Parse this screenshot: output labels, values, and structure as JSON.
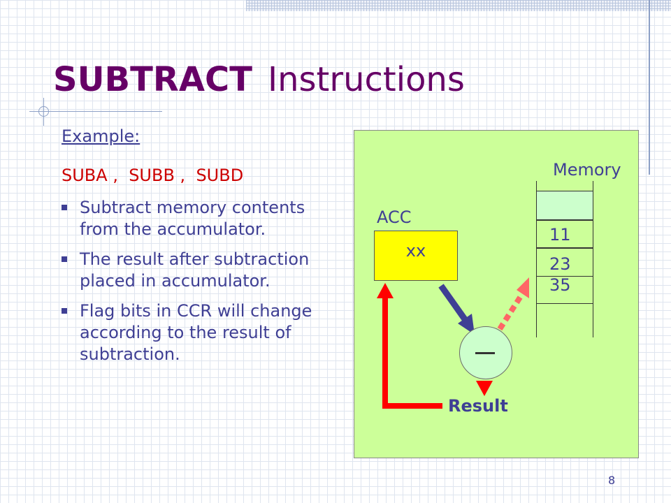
{
  "title": {
    "bold": "SUBTRACT",
    "rest": "Instructions"
  },
  "left": {
    "example_label": "Example:",
    "instructions": "SUBA ,  SUBB ,  SUBD",
    "bullets": [
      "Subtract memory contents from the accumulator.",
      "The result after subtraction placed in accumulator.",
      "Flag bits in CCR will change according to the result of subtraction."
    ]
  },
  "diagram": {
    "memory_label": "Memory",
    "acc_label": "ACC",
    "acc_value": "xx",
    "memory_values": [
      "11",
      "23",
      "35"
    ],
    "operator": "–",
    "result_label": "Result"
  },
  "colors": {
    "title": "#660066",
    "text": "#3f3f94",
    "instructions": "#cc0000",
    "diagram_bg": "#ccff99",
    "acc_bg": "#ffff00",
    "arrow_in": "#3f3f94",
    "arrow_result": "#ff0000",
    "arrow_store": "#ff6666"
  },
  "page_number": "8"
}
